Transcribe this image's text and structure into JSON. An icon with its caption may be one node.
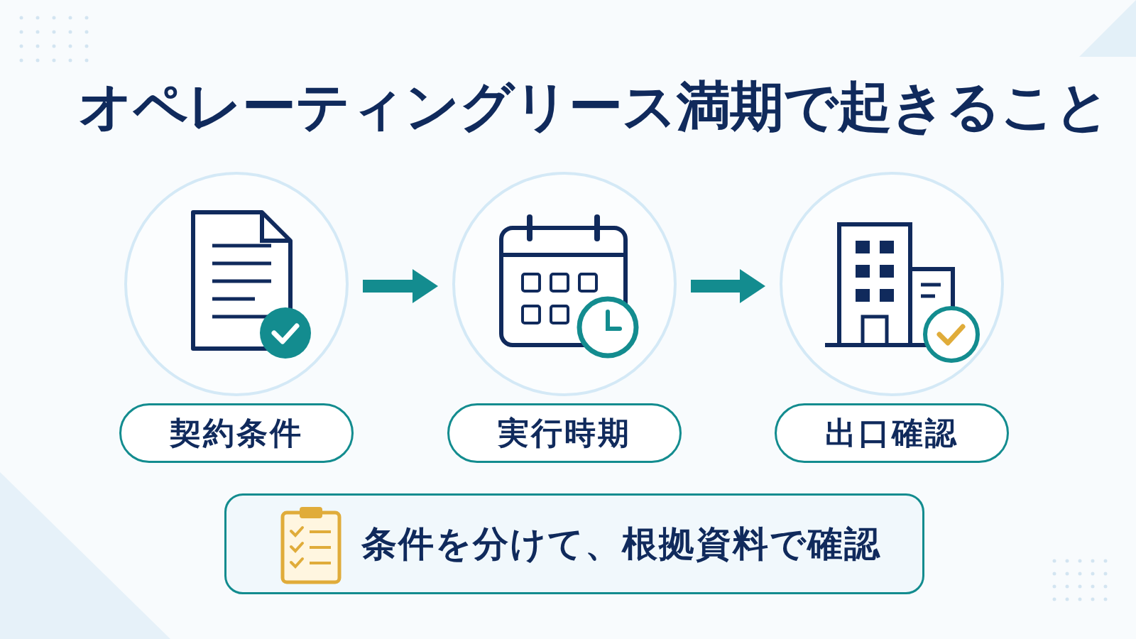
{
  "diagram": {
    "title": "オペレーティングリース満期で起きること",
    "nodes": [
      {
        "text": [],
        "shape": "picture"
      },
      {
        "text": [],
        "shape": "picture"
      },
      {
        "text": [],
        "shape": "picture"
      },
      {
        "text": [
          "契約条件"
        ]
      },
      {
        "text": [
          "実行時期"
        ]
      },
      {
        "text": [
          "出口確認"
        ]
      },
      {
        "text": [
          "条件を分けて、根拠資料で確認"
        ]
      }
    ],
    "edges": [
      {
        "from": 0,
        "to": 1,
        "arrow": "to"
      },
      {
        "from": 1,
        "to": 2,
        "arrow": "to"
      }
    ]
  }
}
